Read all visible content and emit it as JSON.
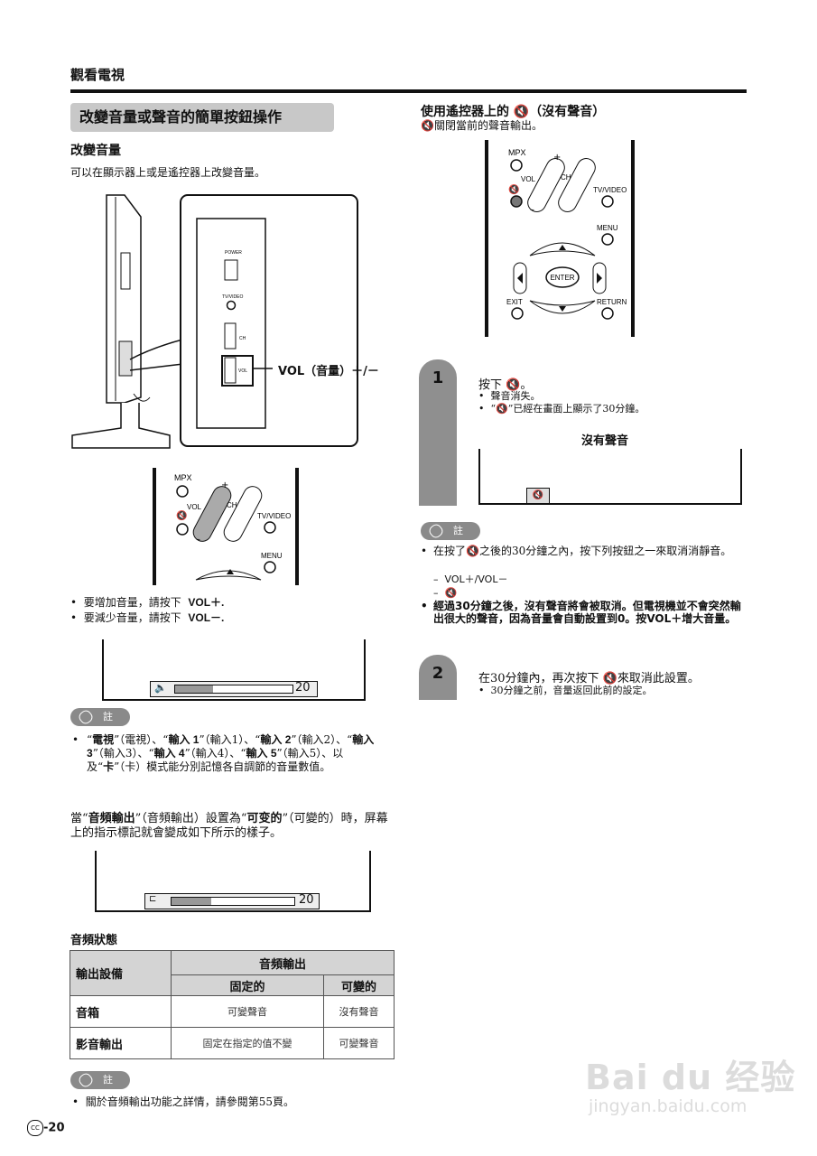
{
  "header": {
    "section": "觀看電視"
  },
  "left": {
    "title": "改變音量或聲音的簡單按鈕操作",
    "subtitle": "改變音量",
    "intro": "可以在顯示器上或是遙控器上改變音量。",
    "diagram": {
      "power": "POWER",
      "tvvideo": "TV/VIDEO",
      "ch": "CH",
      "vol": "VOL",
      "callout": "VOL（音量）＋/－"
    },
    "remote": {
      "mpx": "MPX",
      "vol": "VOL",
      "ch": "CH",
      "tvvideo": "TV/VIDEO",
      "menu": "MENU",
      "plus": "+",
      "minus": "–"
    },
    "bullets": [
      {
        "text": "要增加音量，請按下",
        "key": "VOL＋."
      },
      {
        "text": "要減少音量，請按下",
        "key": "VOL－."
      }
    ],
    "volume_bar": {
      "value": "20",
      "level": 0.32
    },
    "note_label": "註",
    "note_segments": [
      {
        "t": "“",
        "b": false
      },
      {
        "t": "電視",
        "b": true
      },
      {
        "t": "”（電視）、“",
        "b": false
      },
      {
        "t": "輸入 1",
        "b": true
      },
      {
        "t": "”（輸入1）、“",
        "b": false
      },
      {
        "t": "輸入 2",
        "b": true
      },
      {
        "t": "”（輸入2）、“",
        "b": false
      },
      {
        "t": "輸入 3",
        "b": true
      },
      {
        "t": "”（輸入3）、“",
        "b": false
      },
      {
        "t": "輸入 4",
        "b": true
      },
      {
        "t": "”（輸入4）、“",
        "b": false
      },
      {
        "t": "輸入 5",
        "b": true
      },
      {
        "t": "”（輸入5）、以及“",
        "b": false
      },
      {
        "t": "卡",
        "b": true
      },
      {
        "t": "”（卡）模式能分別記憶各自調節的音量數值。",
        "b": false
      }
    ],
    "para_segments": [
      {
        "t": "當“",
        "b": false
      },
      {
        "t": "音頻輸出",
        "b": true
      },
      {
        "t": "”（音頻輸出）設置為“",
        "b": false
      },
      {
        "t": "可变的",
        "b": true
      },
      {
        "t": "”（可變的）時，屏幕上的指示標記就會變成如下所示的樣子。",
        "b": false
      }
    ],
    "volume_bar2": {
      "value": "20",
      "level": 0.32
    },
    "table_title": "音頻狀態",
    "table": {
      "corner": "輸出設備",
      "group_header": "音頻輸出",
      "col1": "固定的",
      "col2": "可變的",
      "rows": [
        {
          "label": "音箱",
          "c1": "可變聲音",
          "c2": "沒有聲音"
        },
        {
          "label": "影音輸出",
          "c1": "固定在指定的值不變",
          "c2": "可變聲音"
        }
      ]
    },
    "note2_label": "註",
    "note2": "關於音頻輸出功能之詳情，請參閱第55頁。"
  },
  "right": {
    "title": "使用遙控器上的 🔇（沒有聲音）",
    "subtitle": "🔇關閉當前的聲音輸出。",
    "remote": {
      "mpx": "MPX",
      "vol": "VOL",
      "ch": "CH",
      "tvvideo": "TV/VIDEO",
      "menu": "MENU",
      "enter": "ENTER",
      "exit": "EXIT",
      "return": "RETURN",
      "plus": "+",
      "minus": "–"
    },
    "step1": {
      "num": "1",
      "main": "按下 🔇。",
      "bullets": [
        "聲音消失。",
        "“🔇”已經在畫面上顯示了30分鐘。"
      ],
      "screen_label": "沒有聲音"
    },
    "note_label": "註",
    "note_text": "在按了🔇之後的30分鐘之內，按下列按鈕之一來取消消靜音。",
    "note_dash": [
      "VOL＋/VOL－",
      "🔇"
    ],
    "note_bold": "經過30分鐘之後，沒有聲音將會被取消。但電視機並不會突然輸出很大的聲音，因為音量會自動設置到0。按VOL＋增大音量。",
    "step2": {
      "num": "2",
      "main": "在30分鐘內，再次按下 🔇來取消此設置。",
      "bullets": [
        "30分鐘之前，音量返回此前的設定。"
      ]
    }
  },
  "footer": {
    "page": "-20",
    "cc": "CC"
  },
  "watermark": {
    "brand": "Bai du 经验",
    "url": "jingyan.baidu.com"
  }
}
